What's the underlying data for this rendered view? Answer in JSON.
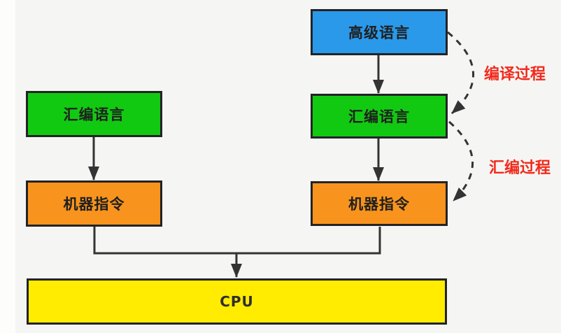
{
  "diagram": {
    "title_semantic": "language-compilation-flow",
    "boxes": {
      "high_level": {
        "label": "高级语言",
        "color": "#2a99ea"
      },
      "left_assembly": {
        "label": "汇编语言",
        "color": "#12c912"
      },
      "left_machine": {
        "label": "机器指令",
        "color": "#f8941d"
      },
      "right_assembly": {
        "label": "汇编语言",
        "color": "#12c912"
      },
      "right_machine": {
        "label": "机器指令",
        "color": "#f8941d"
      },
      "cpu": {
        "label": "CPU",
        "color": "#ffec00"
      }
    },
    "process_labels": {
      "compile": {
        "text": "编译过程",
        "color": "#f12a1c"
      },
      "assemble": {
        "text": "汇编过程",
        "color": "#f12a1c"
      }
    },
    "colors": {
      "background": "#f5f5f3",
      "connector_stroke": "#333333",
      "box_border": "#232327"
    }
  }
}
